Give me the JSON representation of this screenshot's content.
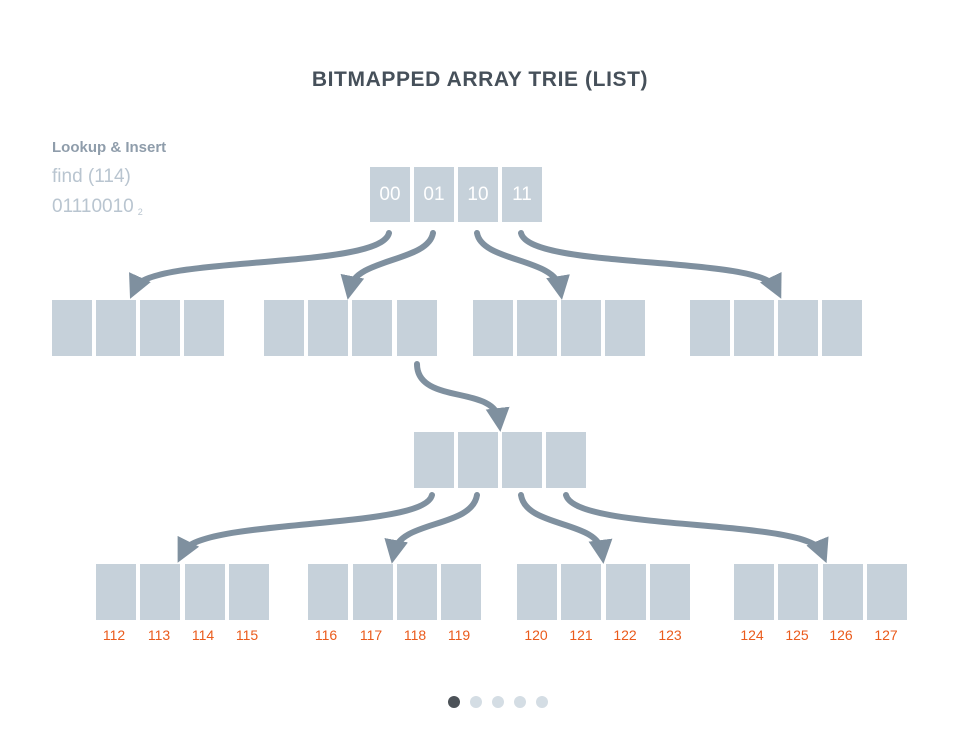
{
  "title": "BITMAPPED ARRAY TRIE (LIST)",
  "info": {
    "heading": "Lookup & Insert",
    "operation": "find (114)",
    "binary": "01110010",
    "base": "2"
  },
  "root_labels": [
    "00",
    "01",
    "10",
    "11"
  ],
  "leaf_labels": [
    "112",
    "113",
    "114",
    "115",
    "116",
    "117",
    "118",
    "119",
    "120",
    "121",
    "122",
    "123",
    "124",
    "125",
    "126",
    "127"
  ],
  "pager": {
    "count": 5,
    "active": 0
  },
  "colors": {
    "cell": "#c6d1da",
    "arrow": "#7f909f",
    "leaf_label": "#ea5b1c",
    "title": "#46505a"
  }
}
